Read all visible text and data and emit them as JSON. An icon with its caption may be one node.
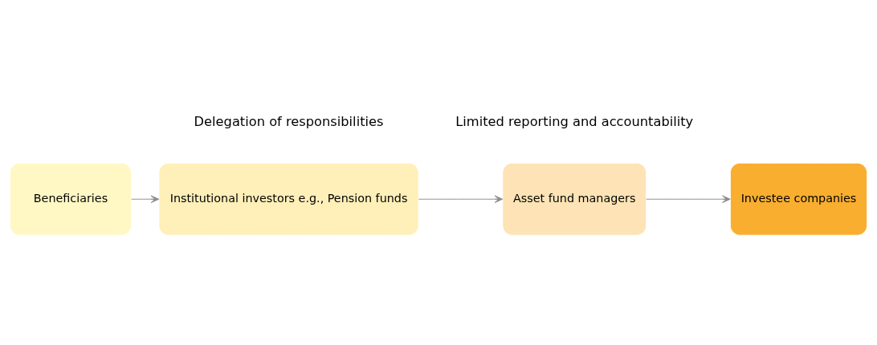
{
  "diagram": {
    "nodes": [
      {
        "text": [
          "Beneficiaries"
        ]
      },
      {
        "text": [
          "Institutional investors e.g., Pension funds"
        ]
      },
      {
        "text": [
          "Asset fund managers"
        ]
      },
      {
        "text": [
          "Investee companies"
        ]
      }
    ],
    "edges": [
      {
        "from": 0,
        "to": 1,
        "arrow": "to"
      },
      {
        "from": 1,
        "to": 2,
        "arrow": "to"
      },
      {
        "from": 2,
        "to": 3,
        "arrow": "to"
      }
    ],
    "labels": [
      "Delegation of responsibilities",
      "Limited reporting and accountability"
    ]
  }
}
